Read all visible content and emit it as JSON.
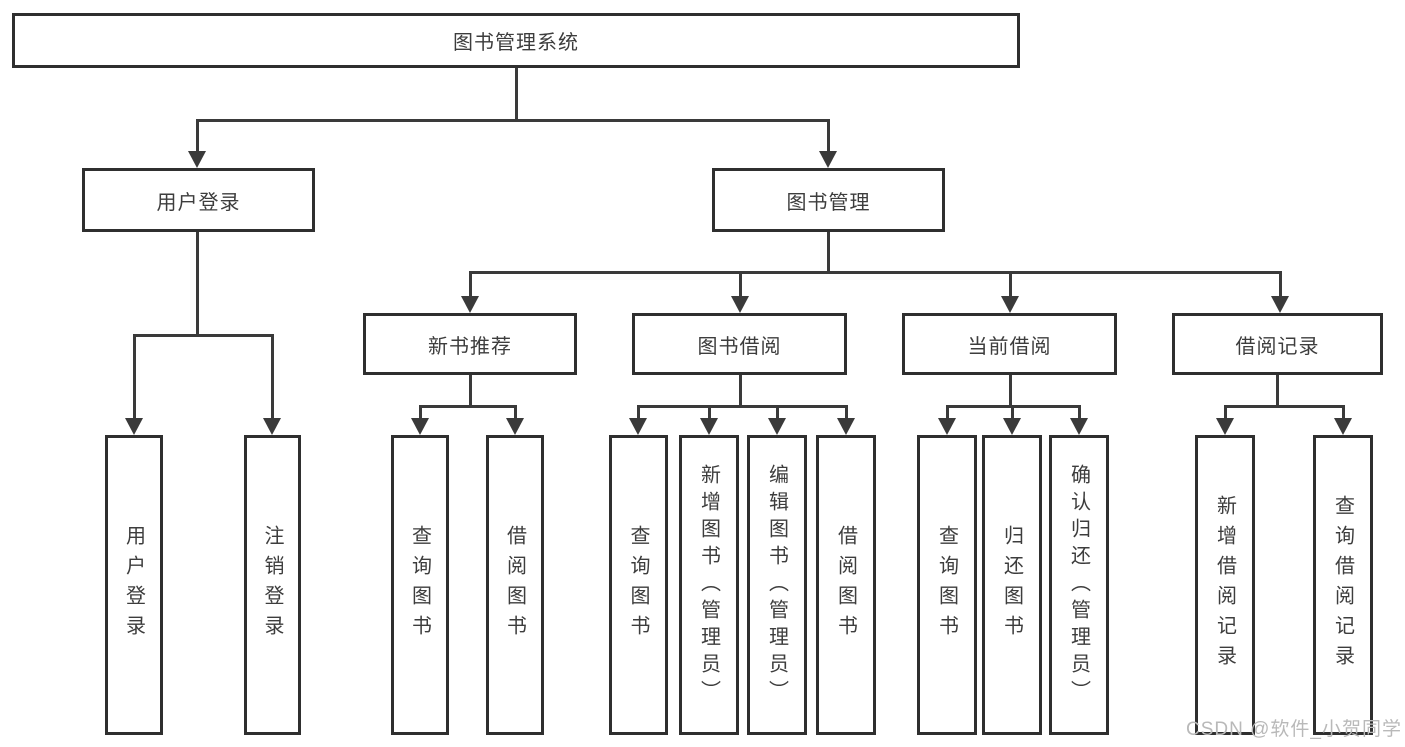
{
  "diagram": {
    "title": "图书管理系统",
    "nodes": {
      "root": "图书管理系统",
      "user_login": "用户登录",
      "book_management": "图书管理",
      "new_book_recommend": "新书推荐",
      "book_borrow": "图书借阅",
      "current_borrow": "当前借阅",
      "borrow_records": "借阅记录",
      "user_login_children": [
        "用户登录",
        "注销登录"
      ],
      "new_book_children": [
        "查询图书",
        "借阅图书"
      ],
      "book_borrow_children": [
        "查询图书",
        "新增图书（管理员）",
        "编辑图书（管理员）",
        "借阅图书"
      ],
      "current_borrow_children": [
        "查询图书",
        "归还图书",
        "确认归还（管理员）"
      ],
      "borrow_records_children": [
        "新增借阅记录",
        "查询借阅记录"
      ]
    }
  },
  "watermark": {
    "text": "CSDN @软件_小贺同学"
  },
  "colors": {
    "line": "#3a3a3a",
    "border": "#2f2f2f",
    "text": "#3d3d3d",
    "watermark": "#b9b9b9",
    "background": "#ffffff"
  }
}
